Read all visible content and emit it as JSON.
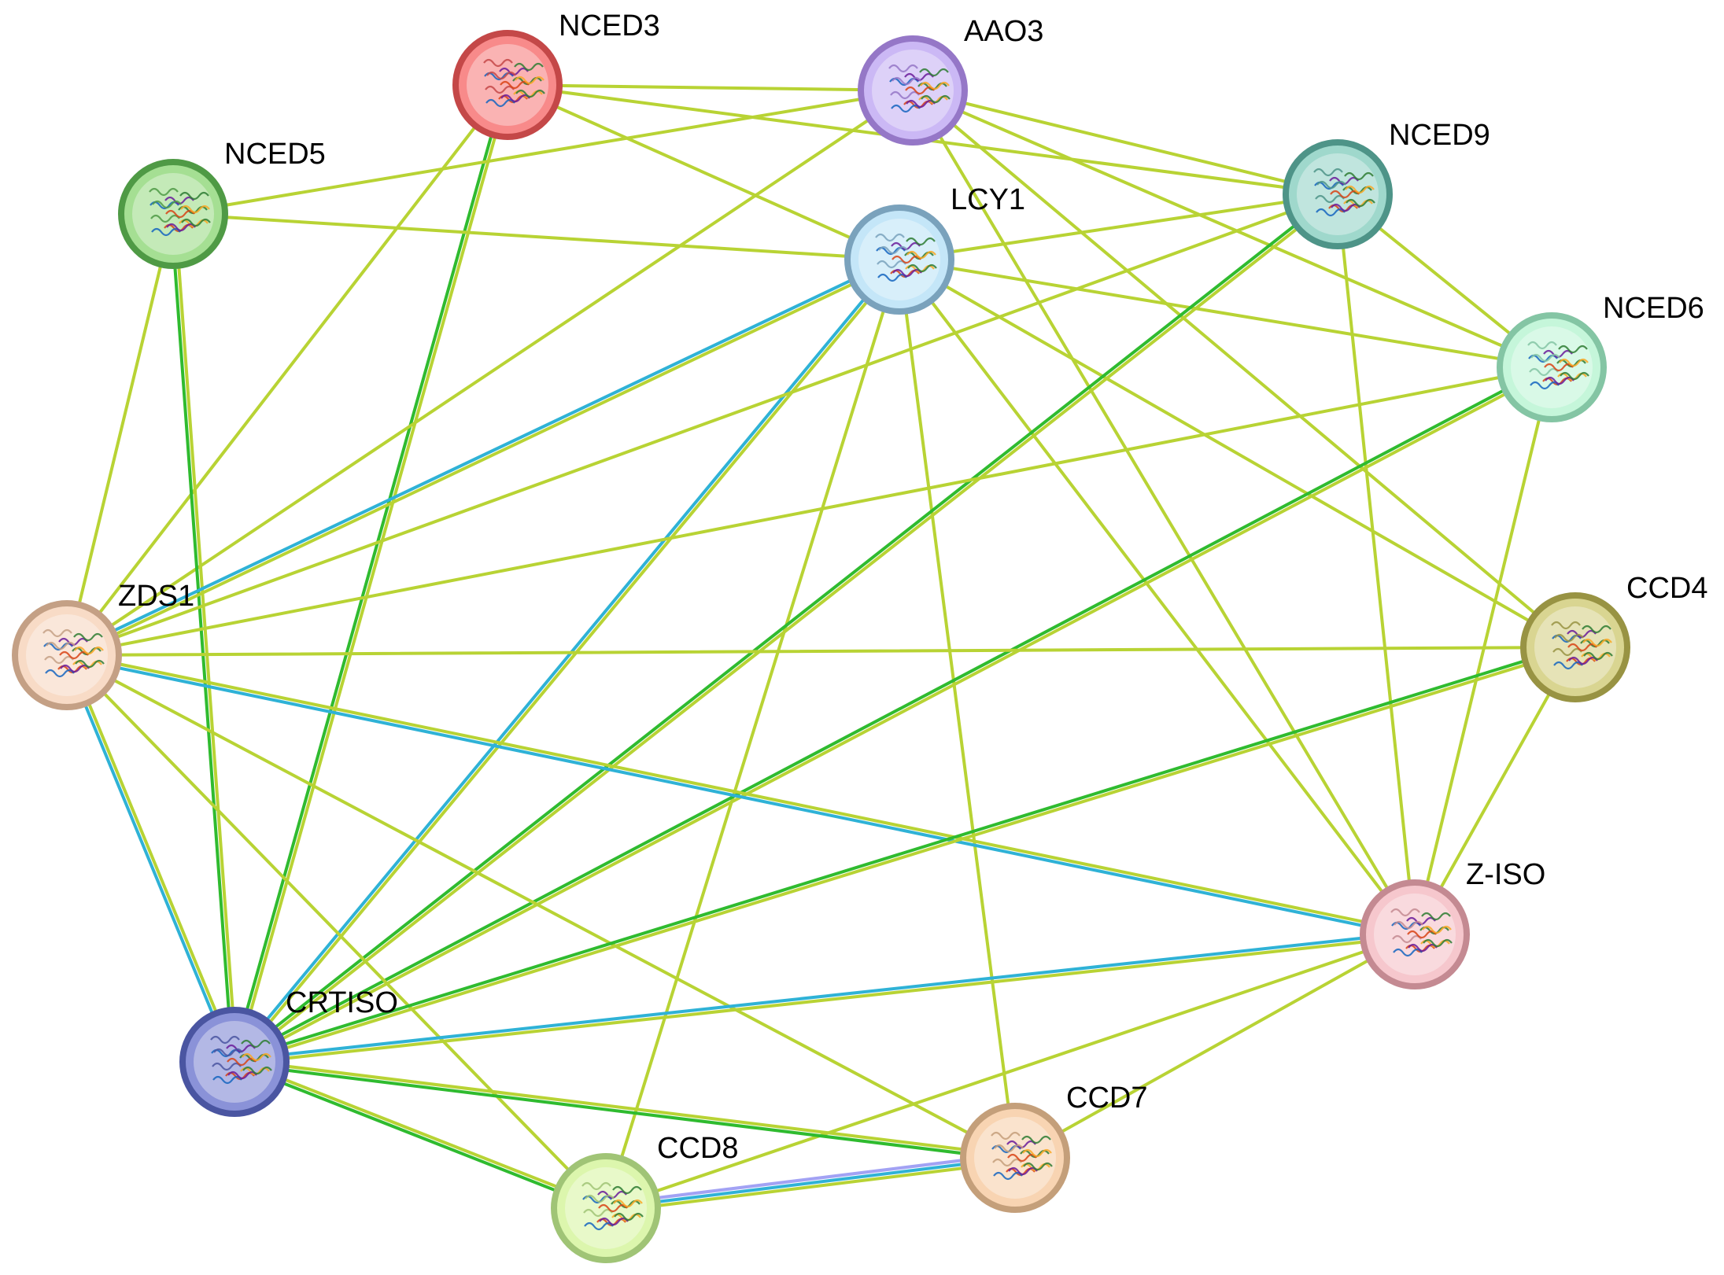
{
  "network": {
    "nodes": [
      {
        "id": "NCED3",
        "label": "NCED3",
        "fill": "#f88a8a",
        "ring": "#c44848"
      },
      {
        "id": "AAO3",
        "label": "AAO3",
        "fill": "#cbb8f5",
        "ring": "#9577c7"
      },
      {
        "id": "NCED5",
        "label": "NCED5",
        "fill": "#a5df93",
        "ring": "#4f9a45"
      },
      {
        "id": "LCY1",
        "label": "LCY1",
        "fill": "#c4e6f8",
        "ring": "#7aa2bc"
      },
      {
        "id": "NCED9",
        "label": "NCED9",
        "fill": "#9fd8cc",
        "ring": "#4e9488"
      },
      {
        "id": "NCED6",
        "label": "NCED6",
        "fill": "#c5f6da",
        "ring": "#84c5a4"
      },
      {
        "id": "ZDS1",
        "label": "ZDS1",
        "fill": "#f8dbc6",
        "ring": "#c4a085"
      },
      {
        "id": "CCD4",
        "label": "CCD4",
        "fill": "#d9d591",
        "ring": "#989343"
      },
      {
        "id": "Z-ISO",
        "label": "Z-ISO",
        "fill": "#f6c7cd",
        "ring": "#c48a92"
      },
      {
        "id": "CRTISO",
        "label": "CRTISO",
        "fill": "#8a92d8",
        "ring": "#4a55a1"
      },
      {
        "id": "CCD7",
        "label": "CCD7",
        "fill": "#f8d4b2",
        "ring": "#c49f7a"
      },
      {
        "id": "CCD8",
        "label": "CCD8",
        "fill": "#dcf6ad",
        "ring": "#a0c476"
      }
    ],
    "edges": [
      {
        "source": "NCED3",
        "target": "AAO3",
        "types": [
          "textmining"
        ]
      },
      {
        "source": "NCED3",
        "target": "LCY1",
        "types": [
          "textmining"
        ]
      },
      {
        "source": "NCED3",
        "target": "ZDS1",
        "types": [
          "textmining"
        ]
      },
      {
        "source": "NCED3",
        "target": "CRTISO",
        "types": [
          "textmining",
          "coexpression"
        ]
      },
      {
        "source": "NCED3",
        "target": "NCED9",
        "types": [
          "textmining"
        ]
      },
      {
        "source": "AAO3",
        "target": "NCED5",
        "types": [
          "textmining"
        ]
      },
      {
        "source": "AAO3",
        "target": "NCED9",
        "types": [
          "textmining"
        ]
      },
      {
        "source": "AAO3",
        "target": "NCED6",
        "types": [
          "textmining"
        ]
      },
      {
        "source": "AAO3",
        "target": "CCD4",
        "types": [
          "textmining"
        ]
      },
      {
        "source": "AAO3",
        "target": "Z-ISO",
        "types": [
          "textmining"
        ]
      },
      {
        "source": "AAO3",
        "target": "ZDS1",
        "types": [
          "textmining"
        ]
      },
      {
        "source": "NCED5",
        "target": "LCY1",
        "types": [
          "textmining"
        ]
      },
      {
        "source": "NCED5",
        "target": "ZDS1",
        "types": [
          "textmining"
        ]
      },
      {
        "source": "NCED5",
        "target": "CRTISO",
        "types": [
          "textmining",
          "coexpression"
        ]
      },
      {
        "source": "LCY1",
        "target": "NCED9",
        "types": [
          "textmining"
        ]
      },
      {
        "source": "LCY1",
        "target": "NCED6",
        "types": [
          "textmining"
        ]
      },
      {
        "source": "LCY1",
        "target": "CCD4",
        "types": [
          "textmining"
        ]
      },
      {
        "source": "LCY1",
        "target": "Z-ISO",
        "types": [
          "textmining"
        ]
      },
      {
        "source": "LCY1",
        "target": "CCD7",
        "types": [
          "textmining"
        ]
      },
      {
        "source": "LCY1",
        "target": "CCD8",
        "types": [
          "textmining"
        ]
      },
      {
        "source": "LCY1",
        "target": "ZDS1",
        "types": [
          "textmining",
          "database"
        ]
      },
      {
        "source": "LCY1",
        "target": "CRTISO",
        "types": [
          "textmining",
          "database"
        ]
      },
      {
        "source": "NCED9",
        "target": "NCED6",
        "types": [
          "textmining"
        ]
      },
      {
        "source": "NCED9",
        "target": "Z-ISO",
        "types": [
          "textmining"
        ]
      },
      {
        "source": "NCED9",
        "target": "ZDS1",
        "types": [
          "textmining"
        ]
      },
      {
        "source": "NCED9",
        "target": "CRTISO",
        "types": [
          "textmining",
          "coexpression"
        ]
      },
      {
        "source": "NCED6",
        "target": "Z-ISO",
        "types": [
          "textmining"
        ]
      },
      {
        "source": "NCED6",
        "target": "ZDS1",
        "types": [
          "textmining"
        ]
      },
      {
        "source": "NCED6",
        "target": "CRTISO",
        "types": [
          "textmining",
          "coexpression"
        ]
      },
      {
        "source": "ZDS1",
        "target": "CCD4",
        "types": [
          "textmining"
        ]
      },
      {
        "source": "ZDS1",
        "target": "Z-ISO",
        "types": [
          "textmining",
          "database"
        ]
      },
      {
        "source": "ZDS1",
        "target": "CRTISO",
        "types": [
          "textmining",
          "database"
        ]
      },
      {
        "source": "ZDS1",
        "target": "CCD7",
        "types": [
          "textmining"
        ]
      },
      {
        "source": "ZDS1",
        "target": "CCD8",
        "types": [
          "textmining"
        ]
      },
      {
        "source": "ZDS1",
        "target": "Z-ISO",
        "types": []
      },
      {
        "source": "CCD4",
        "target": "Z-ISO",
        "types": [
          "textmining"
        ]
      },
      {
        "source": "CCD4",
        "target": "CRTISO",
        "types": [
          "textmining",
          "coexpression"
        ]
      },
      {
        "source": "Z-ISO",
        "target": "CRTISO",
        "types": [
          "textmining",
          "database"
        ]
      },
      {
        "source": "Z-ISO",
        "target": "CCD8",
        "types": [
          "textmining"
        ]
      },
      {
        "source": "Z-ISO",
        "target": "CCD7",
        "types": [
          "textmining"
        ]
      },
      {
        "source": "CRTISO",
        "target": "CCD7",
        "types": [
          "textmining",
          "coexpression"
        ]
      },
      {
        "source": "CRTISO",
        "target": "CCD8",
        "types": [
          "textmining",
          "coexpression"
        ]
      },
      {
        "source": "CCD7",
        "target": "CCD8",
        "types": [
          "textmining",
          "database",
          "homology"
        ]
      }
    ],
    "edge_colors": {
      "textmining": "#b8d334",
      "coexpression": "#2fbb2f",
      "database": "#2fb2d6",
      "homology": "#a2a2f4"
    }
  }
}
